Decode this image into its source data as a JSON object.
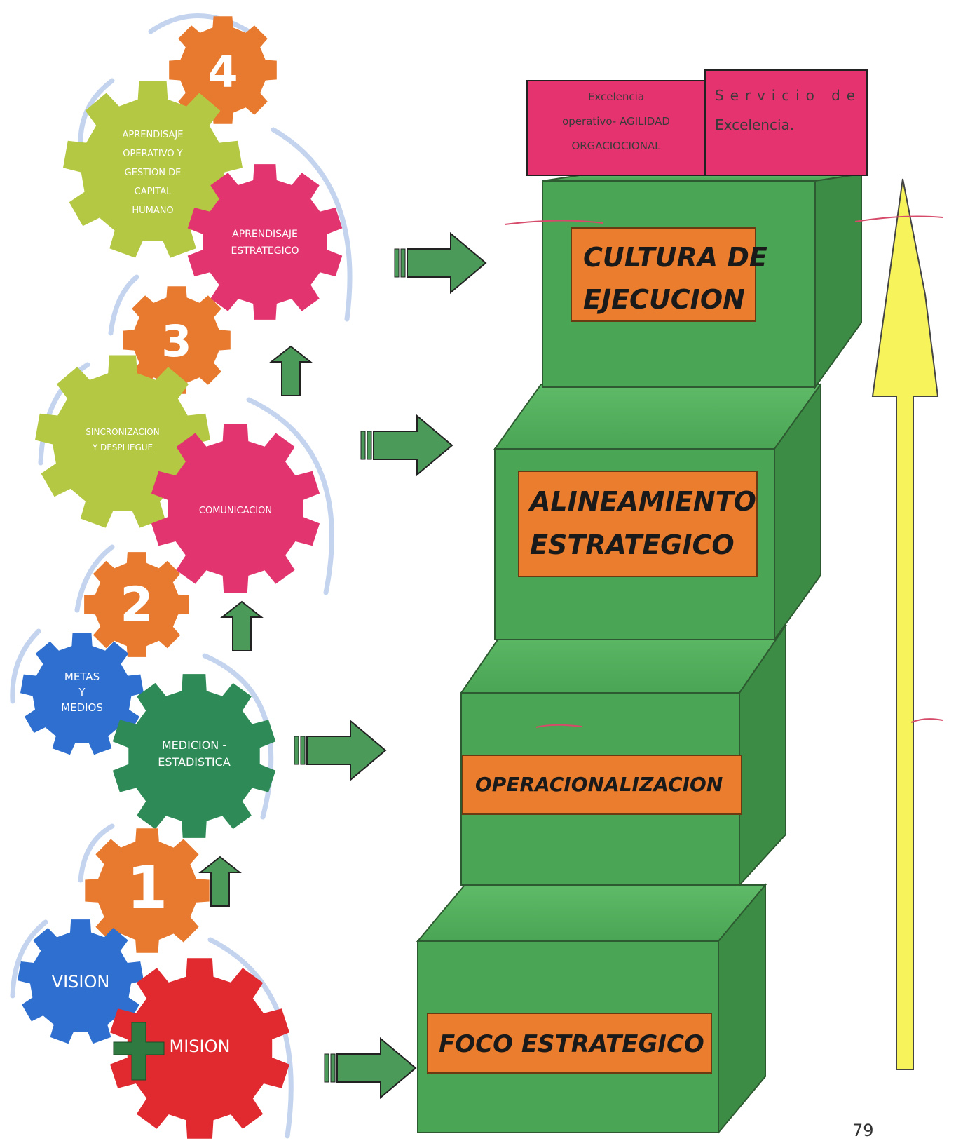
{
  "colors": {
    "gear_orange": "#e77a2f",
    "gear_lime": "#b5c843",
    "gear_pink": "#e2356f",
    "gear_blue": "#2e6fcf",
    "gear_green": "#2e8a57",
    "gear_red": "#e02a2f",
    "step_green": "#4aa554",
    "label_orange": "#ea7d2e",
    "top_pink": "#e5336f",
    "arrow_yellow": "#f7f35a",
    "block_arrow_green": "#4c9a5a",
    "cycle_arrow": "#c4d4ef"
  },
  "gears": {
    "vision": "VISION",
    "mision": "MISION",
    "num1": "1",
    "metas": [
      "METAS",
      "Y",
      "MEDIOS"
    ],
    "medicion": [
      "MEDICION -",
      "ESTADISTICA"
    ],
    "num2": "2",
    "sincronizacion": [
      "SINCRONIZACION",
      "Y DESPLIEGUE"
    ],
    "comunicacion": "COMUNICACION",
    "num3": "3",
    "aprendizaje_operativo": [
      "APRENDISAJE",
      "OPERATIVO Y",
      "GESTION DE",
      "CAPITAL",
      "HUMANO"
    ],
    "aprendizaje_estrategico": [
      "APRENDISAJE",
      "ESTRATEGICO"
    ],
    "num4": "4"
  },
  "steps": {
    "foco": "FOCO ESTRATEGICO",
    "operacionalizacion": "OPERACIONALIZACION",
    "alineamiento": [
      "ALINEAMIENTO",
      "ESTRATEGICO"
    ],
    "cultura": [
      "CULTURA DE",
      "EJECUCION"
    ]
  },
  "top_boxes": {
    "left": [
      "Excelencia",
      "operativo- AGILIDAD",
      "ORGACIOCIONAL"
    ],
    "right": [
      "Servicio de",
      "Excelencia."
    ]
  },
  "page_number": "79"
}
